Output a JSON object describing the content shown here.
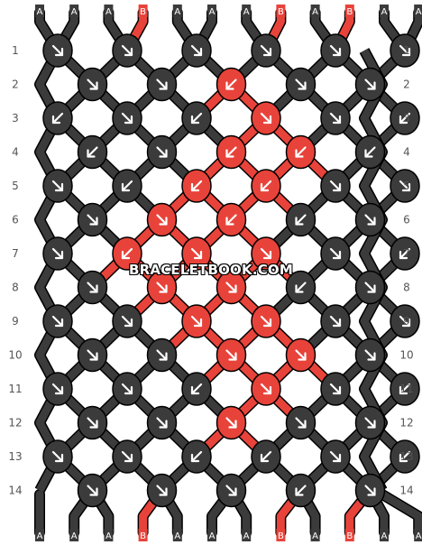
{
  "pattern": {
    "rows": 14,
    "strands": 12,
    "colors": {
      "A": "#3b3b3b",
      "B": "#e8433a"
    },
    "top_labels": [
      "A",
      "A",
      "A",
      "B",
      "A",
      "A",
      "A",
      "B",
      "A",
      "B",
      "A",
      "A"
    ],
    "bottom_labels": [
      "A",
      "A",
      "A",
      "B",
      "A",
      "A",
      "A",
      "B",
      "A",
      "B",
      "A",
      "A"
    ],
    "row_numbers": [
      "1",
      "2",
      "3",
      "4",
      "5",
      "6",
      "7",
      "8",
      "9",
      "10",
      "11",
      "12",
      "13",
      "14"
    ],
    "knots": [
      [
        {
          "c": "A",
          "d": "se"
        },
        {
          "c": "A",
          "d": "se"
        },
        {
          "c": "A",
          "d": "se"
        },
        {
          "c": "A",
          "d": "se"
        },
        {
          "c": "A",
          "d": "se"
        },
        {
          "c": "A",
          "d": "se"
        }
      ],
      [
        {
          "c": "A",
          "d": "se"
        },
        {
          "c": "A",
          "d": "se"
        },
        {
          "c": "B",
          "d": "sw"
        },
        {
          "c": "A",
          "d": "se"
        },
        {
          "c": "A",
          "d": "se"
        }
      ],
      [
        {
          "c": "A",
          "d": "sw"
        },
        {
          "c": "A",
          "d": "se"
        },
        {
          "c": "A",
          "d": "sw"
        },
        {
          "c": "B",
          "d": "se"
        },
        {
          "c": "A",
          "d": "se"
        },
        {
          "c": "A",
          "d": "sw"
        }
      ],
      [
        {
          "c": "A",
          "d": "sw"
        },
        {
          "c": "A",
          "d": "se"
        },
        {
          "c": "B",
          "d": "sw"
        },
        {
          "c": "B",
          "d": "sw"
        },
        {
          "c": "A",
          "d": "sw"
        }
      ],
      [
        {
          "c": "A",
          "d": "se"
        },
        {
          "c": "A",
          "d": "sw"
        },
        {
          "c": "B",
          "d": "sw"
        },
        {
          "c": "B",
          "d": "sw"
        },
        {
          "c": "A",
          "d": "se"
        },
        {
          "c": "A",
          "d": "se"
        }
      ],
      [
        {
          "c": "A",
          "d": "se"
        },
        {
          "c": "B",
          "d": "se"
        },
        {
          "c": "B",
          "d": "sw"
        },
        {
          "c": "A",
          "d": "sw"
        },
        {
          "c": "A",
          "d": "se"
        }
      ],
      [
        {
          "c": "A",
          "d": "se"
        },
        {
          "c": "B",
          "d": "sw"
        },
        {
          "c": "B",
          "d": "se"
        },
        {
          "c": "B",
          "d": "se"
        },
        {
          "c": "A",
          "d": "se"
        },
        {
          "c": "A",
          "d": "sw"
        }
      ],
      [
        {
          "c": "A",
          "d": "se"
        },
        {
          "c": "B",
          "d": "se"
        },
        {
          "c": "B",
          "d": "se"
        },
        {
          "c": "A",
          "d": "sw"
        },
        {
          "c": "A",
          "d": "se"
        }
      ],
      [
        {
          "c": "A",
          "d": "se"
        },
        {
          "c": "A",
          "d": "se"
        },
        {
          "c": "B",
          "d": "se"
        },
        {
          "c": "B",
          "d": "se"
        },
        {
          "c": "A",
          "d": "se"
        },
        {
          "c": "A",
          "d": "se"
        }
      ],
      [
        {
          "c": "A",
          "d": "se"
        },
        {
          "c": "A",
          "d": "se"
        },
        {
          "c": "B",
          "d": "se"
        },
        {
          "c": "B",
          "d": "se"
        },
        {
          "c": "A",
          "d": "se"
        }
      ],
      [
        {
          "c": "A",
          "d": "se"
        },
        {
          "c": "A",
          "d": "se"
        },
        {
          "c": "A",
          "d": "sw"
        },
        {
          "c": "B",
          "d": "se"
        },
        {
          "c": "A",
          "d": "se"
        },
        {
          "c": "A",
          "d": "sw"
        }
      ],
      [
        {
          "c": "A",
          "d": "se"
        },
        {
          "c": "A",
          "d": "se"
        },
        {
          "c": "B",
          "d": "se"
        },
        {
          "c": "A",
          "d": "se"
        },
        {
          "c": "A",
          "d": "se"
        }
      ],
      [
        {
          "c": "A",
          "d": "se"
        },
        {
          "c": "A",
          "d": "se"
        },
        {
          "c": "A",
          "d": "sw"
        },
        {
          "c": "A",
          "d": "sw"
        },
        {
          "c": "A",
          "d": "se"
        },
        {
          "c": "A",
          "d": "sw"
        }
      ],
      [
        {
          "c": "A",
          "d": "se"
        },
        {
          "c": "A",
          "d": "se"
        },
        {
          "c": "A",
          "d": "se"
        },
        {
          "c": "A",
          "d": "sw"
        },
        {
          "c": "A",
          "d": "se"
        }
      ]
    ]
  },
  "watermark": "BRACELETBOOK.COM"
}
